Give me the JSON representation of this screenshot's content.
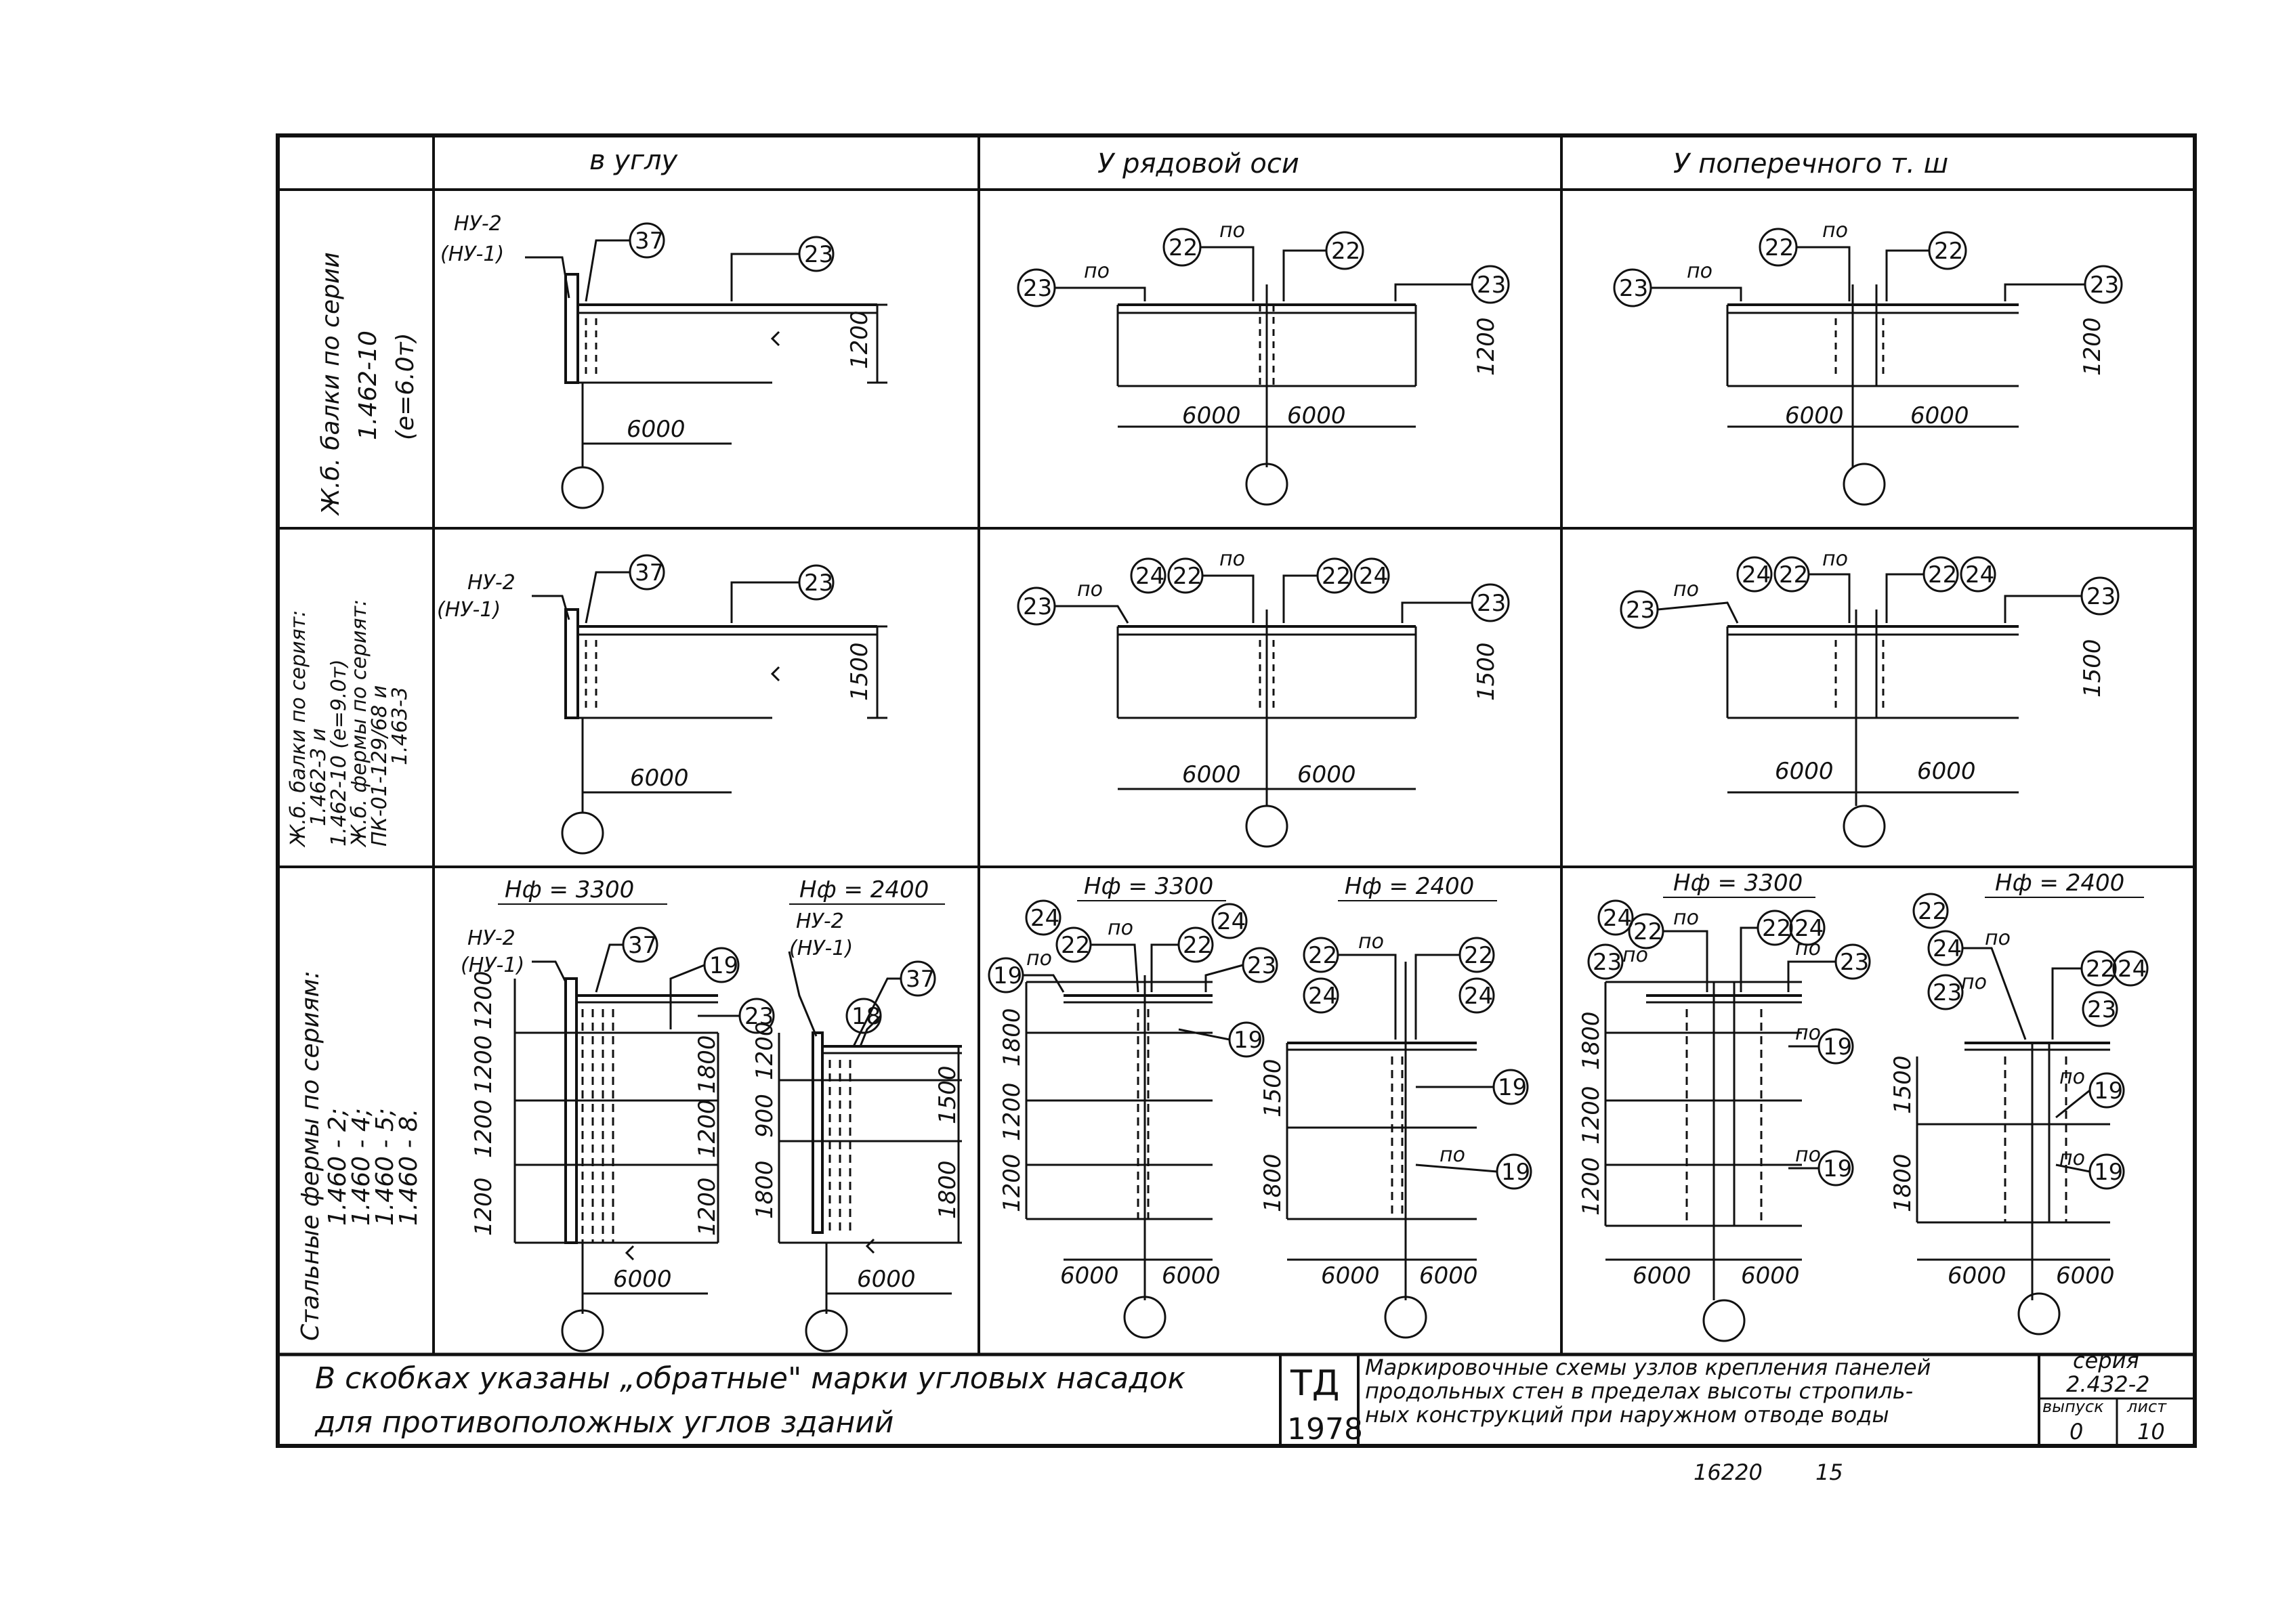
{
  "columns": {
    "corner": "в углу",
    "row_axis": "У рядовой оси",
    "transverse": "У поперечного т. ш"
  },
  "rows": [
    {
      "lines": [
        "Ж.б. балки по серии",
        "1.462-10",
        "(е=6.0т)"
      ]
    },
    {
      "lines": [
        "Ж.б. балки по серият:",
        "1.462-3  и",
        "1.462-10 (е=9.0т)",
        "Ж.б. фермы по серият:",
        "ПК-01-129/68  и",
        "1.463-3"
      ]
    },
    {
      "lines": [
        "Стальные фермы по сериям:",
        "1.460 - 2;",
        "1.460 - 4;",
        "1.460 - 5;",
        "1.460 - 8."
      ]
    }
  ],
  "labels": {
    "nu2": "НУ-2",
    "nu1": "(НУ-1)",
    "po": "по",
    "h3300": "Нф = 3300",
    "h2400": "Нф = 2400"
  },
  "marks": {
    "m18": "18",
    "m19": "19",
    "m22": "22",
    "m23": "23",
    "m24": "24",
    "m37": "37"
  },
  "dims": {
    "d6000": "6000",
    "d1200": "1200",
    "d1500": "1500",
    "d1800": "1800",
    "d900": "900"
  },
  "footer": {
    "note_line1": "В скобках указаны „обратные\" марки угловых насадок",
    "note_line2": "для противоположных углов зданий",
    "org": "ТД",
    "year": "1978",
    "title_line1": "Маркировочные схемы узлов крепления панелей",
    "title_line2": "продольных стен в пределах высоты стропиль-",
    "title_line3": "ных конструкций при наружном отводе воды",
    "series_label": "серия",
    "series_value": "2.432-2",
    "issue_label": "выпуск",
    "issue_value": "0",
    "sheet_label": "лист",
    "sheet_value": "10"
  },
  "stamp": {
    "number": "16220",
    "page": "15"
  }
}
